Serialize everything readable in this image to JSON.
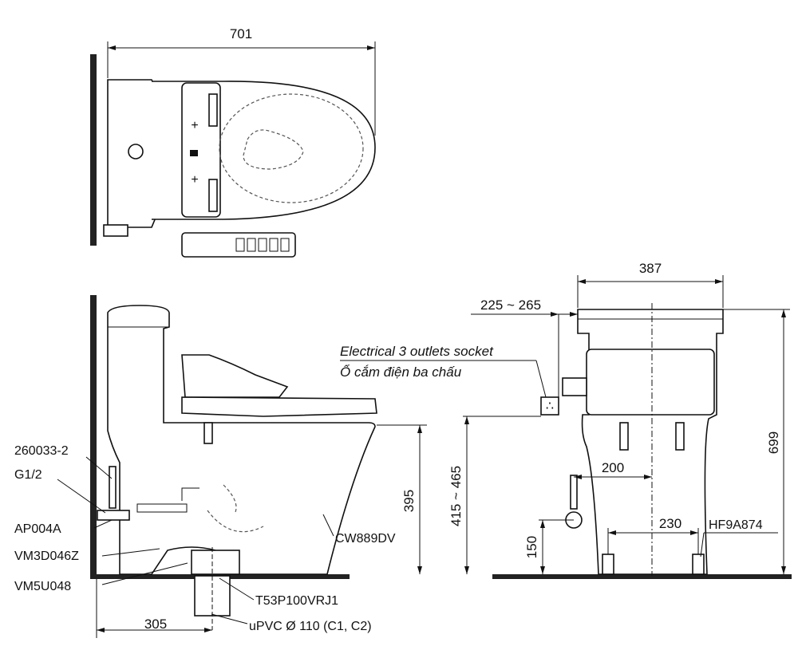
{
  "top_view": {
    "width_dim": "701"
  },
  "side_view": {
    "part_labels": {
      "supply_hose": "260033-2",
      "thread": "G1/2",
      "angle_valve": "AP004A",
      "fill_valve": "VM3D046Z",
      "flush_valve": "VM5U048",
      "flange": "T53P100VRJ1",
      "pipe": "uPVC Ø 110 (C1, C2)",
      "bowl_model": "CW889DV"
    },
    "dims": {
      "rough_in": "305",
      "seat_height": "395"
    }
  },
  "front_view": {
    "dims": {
      "width": "387",
      "socket_offset": "225 ~ 265",
      "socket_height": "415 ~ 465",
      "supply_offset": "200",
      "supply_height": "150",
      "anchor_spacing": "230",
      "total_height": "699"
    },
    "socket_note_en": "Electrical 3 outlets socket",
    "socket_note_vi": "Ổ cắm điện ba chấu",
    "fixing_kit": "HF9A874"
  },
  "colors": {
    "line": "#111111",
    "background": "#ffffff"
  }
}
